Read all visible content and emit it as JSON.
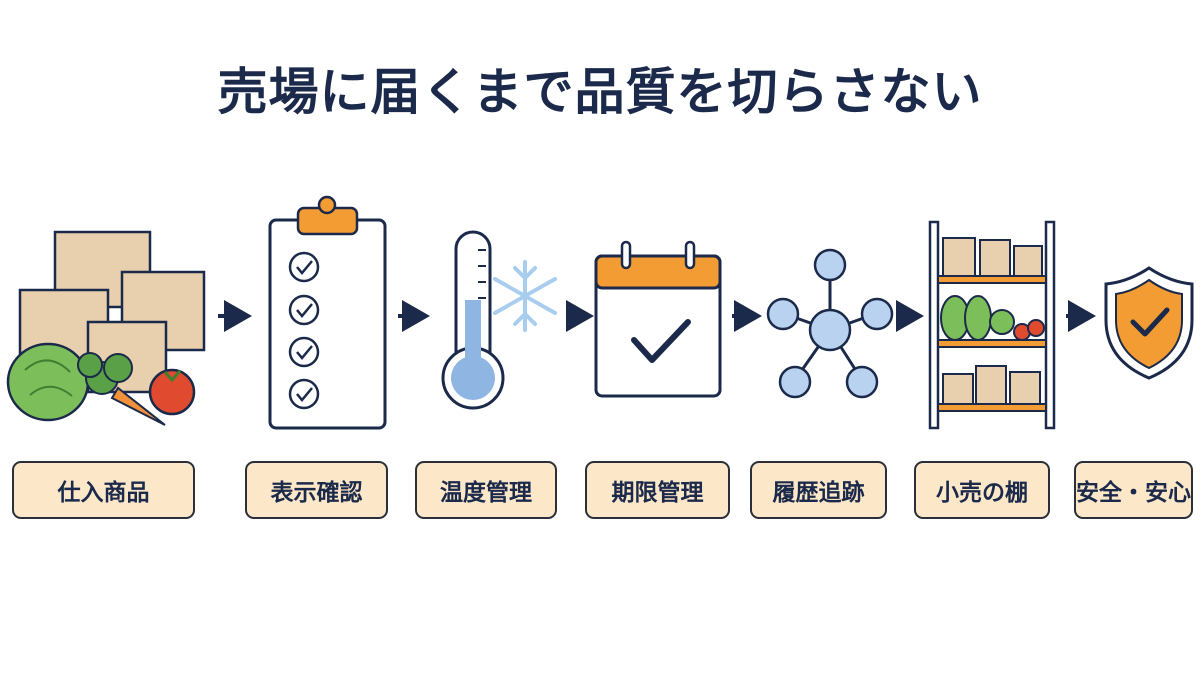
{
  "title": "売場に届くまで品質を切らさない",
  "steps": [
    {
      "label": "仕入商品",
      "icon": "boxes-vegetables-icon"
    },
    {
      "label": "表示確認",
      "icon": "clipboard-checklist-icon"
    },
    {
      "label": "温度管理",
      "icon": "thermometer-snowflake-icon"
    },
    {
      "label": "期限管理",
      "icon": "calendar-check-icon"
    },
    {
      "label": "履歴追跡",
      "icon": "network-trace-icon"
    },
    {
      "label": "小売の棚",
      "icon": "retail-shelf-icon"
    },
    {
      "label": "安全・安心",
      "icon": "shield-check-icon"
    }
  ],
  "colors": {
    "navy": "#1b2a4a",
    "orange": "#f39c33",
    "label_fill": "#fde7c9",
    "box_fill": "#e8cfae",
    "blue": "#8fb6e3",
    "ice": "#a8cdef"
  }
}
